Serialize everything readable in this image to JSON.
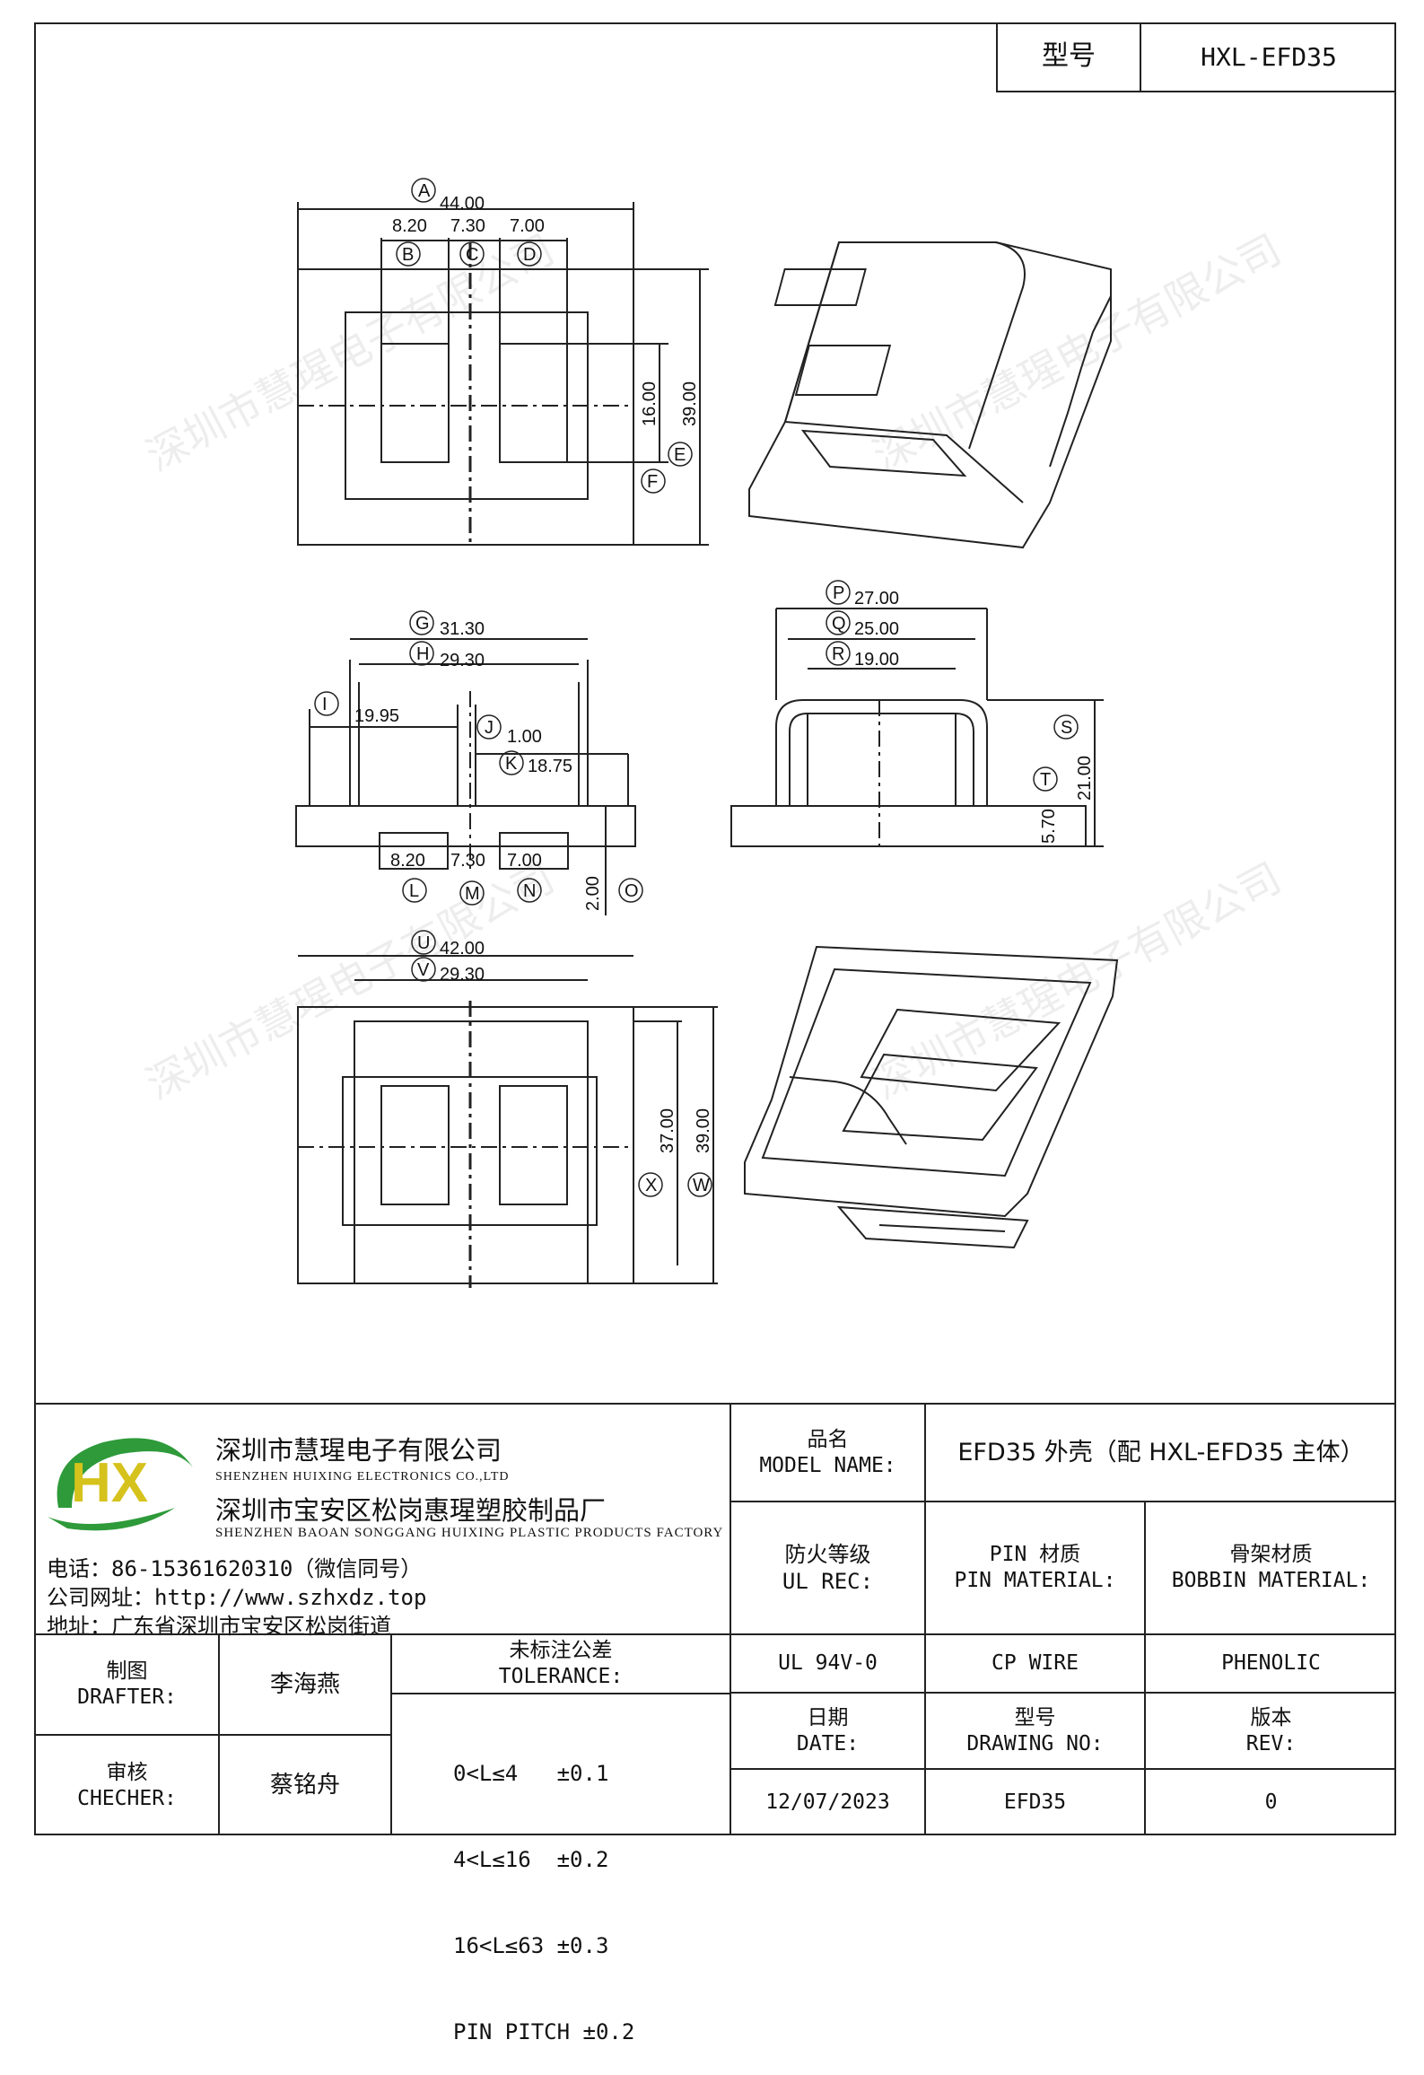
{
  "model_box": {
    "label": "型号",
    "value": "HXL-EFD35"
  },
  "watermark": "深圳市慧瑆电子有限公司",
  "drawing": {
    "top_view": {
      "A": "44.00",
      "B": "8.20",
      "C": "7.30",
      "D": "7.00",
      "E": "39.00",
      "F": "16.00",
      "letters": [
        "A",
        "B",
        "C",
        "D",
        "E",
        "F"
      ]
    },
    "side_view": {
      "G": "31.30",
      "H": "29.30",
      "I": "19.95",
      "J": "1.00",
      "K": "18.75",
      "L": "8.20",
      "M": "7.30",
      "N": "7.00",
      "O": "2.00",
      "letters": [
        "G",
        "H",
        "I",
        "J",
        "K",
        "L",
        "M",
        "N",
        "O"
      ]
    },
    "front_view": {
      "P": "27.00",
      "Q": "25.00",
      "R": "19.00",
      "S": "21.00",
      "T": "5.70",
      "letters": [
        "P",
        "Q",
        "R",
        "S",
        "T"
      ]
    },
    "bottom_view": {
      "U": "42.00",
      "V": "29.30",
      "W": "39.00",
      "X": "37.00",
      "letters": [
        "U",
        "V",
        "W",
        "X"
      ]
    }
  },
  "company": {
    "logo_text": "HX",
    "name_cn_1": "深圳市慧瑆电子有限公司",
    "name_en_1": "SHENZHEN HUIXING ELECTRONICS CO.,LTD",
    "name_cn_2": "深圳市宝安区松岗惠瑆塑胶制品厂",
    "name_en_2": "SHENZHEN BAOAN SONGGANG HUIXING PLASTIC PRODUCTS FACTORY",
    "phone": "电话：86-15361620310（微信同号）",
    "website": "公司网址：http://www.szhxdz.top",
    "address": "地址：广东省深圳市宝安区松岗街道"
  },
  "title_block": {
    "model_name_cn": "品名",
    "model_name_en": "MODEL NAME:",
    "model_name_value": "EFD35 外壳（配 HXL-EFD35 主体）",
    "ul_rec_cn": "防火等级",
    "ul_rec_en": "UL REC:",
    "pin_material_cn": "PIN 材质",
    "pin_material_en": "PIN MATERIAL:",
    "bobbin_material_cn": "骨架材质",
    "bobbin_material_en": "BOBBIN MATERIAL:",
    "ul_rec_value": "UL 94V-0",
    "pin_material_value": "CP WIRE",
    "bobbin_material_value": "PHENOLIC",
    "drafter_cn": "制图",
    "drafter_en": "DRAFTER:",
    "drafter_value": "李海燕",
    "checker_cn": "审核",
    "checker_en": "CHECHER:",
    "checker_value": "蔡铭舟",
    "tolerance_cn": "未标注公差",
    "tolerance_en": "TOLERANCE:",
    "tolerances": [
      "0<L≤4   ±0.1",
      "4<L≤16  ±0.2",
      "16<L≤63 ±0.3",
      "PIN PITCH ±0.2"
    ],
    "date_cn": "日期",
    "date_en": "DATE:",
    "drawing_no_cn": "型号",
    "drawing_no_en": "DRAWING NO:",
    "rev_cn": "版本",
    "rev_en": "REV:",
    "date_value": "12/07/2023",
    "drawing_no_value": "EFD35",
    "rev_value": "0"
  }
}
